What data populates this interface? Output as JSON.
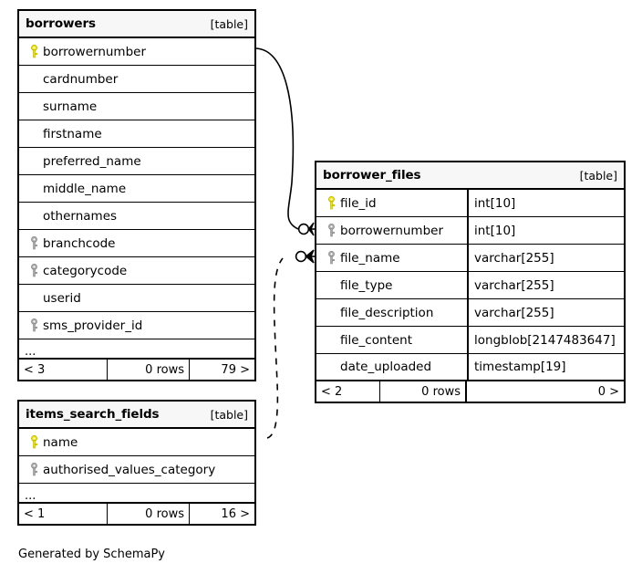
{
  "diagram": {
    "generator_note": "Generated by SchemaPy",
    "table_tag": "[table]",
    "ellipsis": "...",
    "rows_label": "0 rows"
  },
  "keys": {
    "primary_color": "#e8e117",
    "foreign_color": "#a9a9a9"
  },
  "tables": {
    "borrowers": {
      "name": "borrowers",
      "tag": "[table]",
      "columns": [
        {
          "name": "borrowernumber",
          "key": "primary"
        },
        {
          "name": "cardnumber",
          "key": "none"
        },
        {
          "name": "surname",
          "key": "none"
        },
        {
          "name": "firstname",
          "key": "none"
        },
        {
          "name": "preferred_name",
          "key": "none"
        },
        {
          "name": "middle_name",
          "key": "none"
        },
        {
          "name": "othernames",
          "key": "none"
        },
        {
          "name": "branchcode",
          "key": "foreign"
        },
        {
          "name": "categorycode",
          "key": "foreign"
        },
        {
          "name": "userid",
          "key": "none"
        },
        {
          "name": "sms_provider_id",
          "key": "foreign"
        }
      ],
      "more_indicator": "...",
      "footer": {
        "prev": "< 3",
        "rows": "0 rows",
        "next": "79 >"
      }
    },
    "borrower_files": {
      "name": "borrower_files",
      "tag": "[table]",
      "columns": [
        {
          "name": "file_id",
          "type": "int[10]",
          "key": "primary"
        },
        {
          "name": "borrowernumber",
          "type": "int[10]",
          "key": "foreign"
        },
        {
          "name": "file_name",
          "type": "varchar[255]",
          "key": "foreign"
        },
        {
          "name": "file_type",
          "type": "varchar[255]",
          "key": "none"
        },
        {
          "name": "file_description",
          "type": "varchar[255]",
          "key": "none"
        },
        {
          "name": "file_content",
          "type": "longblob[2147483647]",
          "key": "none"
        },
        {
          "name": "date_uploaded",
          "type": "timestamp[19]",
          "key": "none"
        }
      ],
      "footer": {
        "prev": "< 2",
        "rows": "0 rows",
        "next": "0 >"
      }
    },
    "items_search_fields": {
      "name": "items_search_fields",
      "tag": "[table]",
      "columns": [
        {
          "name": "name",
          "key": "primary"
        },
        {
          "name": "authorised_values_category",
          "key": "foreign"
        }
      ],
      "more_indicator": "...",
      "footer": {
        "prev": "< 1",
        "rows": "0 rows",
        "next": "16 >"
      }
    }
  }
}
